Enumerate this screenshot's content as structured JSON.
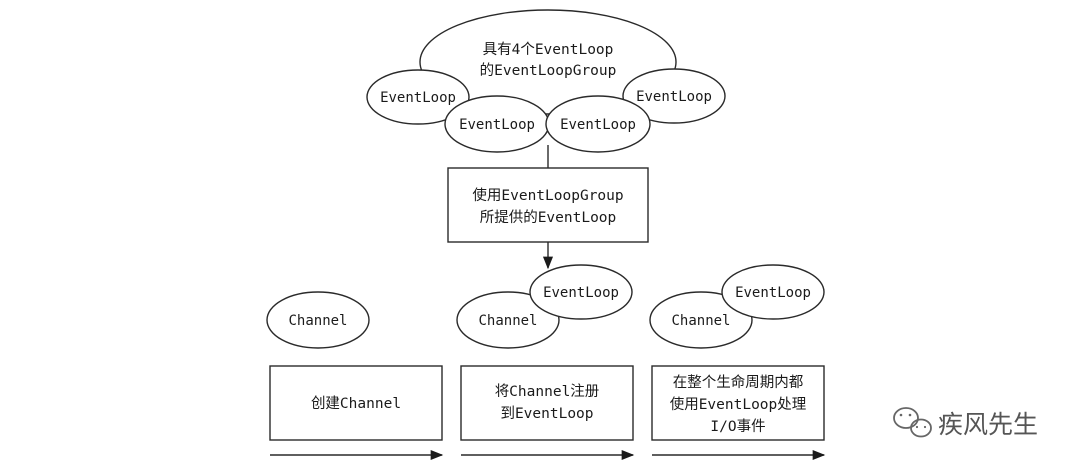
{
  "group": {
    "label_line1": "具有4个EventLoop",
    "label_line2": "的EventLoopGroup",
    "loops": [
      "EventLoop",
      "EventLoop",
      "EventLoop",
      "EventLoop"
    ]
  },
  "assign_box": {
    "line1": "使用EventLoopGroup",
    "line2": "所提供的EventLoop"
  },
  "stages": [
    {
      "channel": "Channel",
      "event_loop": "",
      "box_line1": "创建Channel",
      "box_line2": "",
      "box_line3": ""
    },
    {
      "channel": "Channel",
      "event_loop": "EventLoop",
      "box_line1": "将Channel注册",
      "box_line2": "到EventLoop",
      "box_line3": ""
    },
    {
      "channel": "Channel",
      "event_loop": "EventLoop",
      "box_line1": "在整个生命周期内都",
      "box_line2": "使用EventLoop处理",
      "box_line3": "I/O事件"
    }
  ],
  "watermark": {
    "text": "疾风先生",
    "icon": "wechat-icon"
  }
}
